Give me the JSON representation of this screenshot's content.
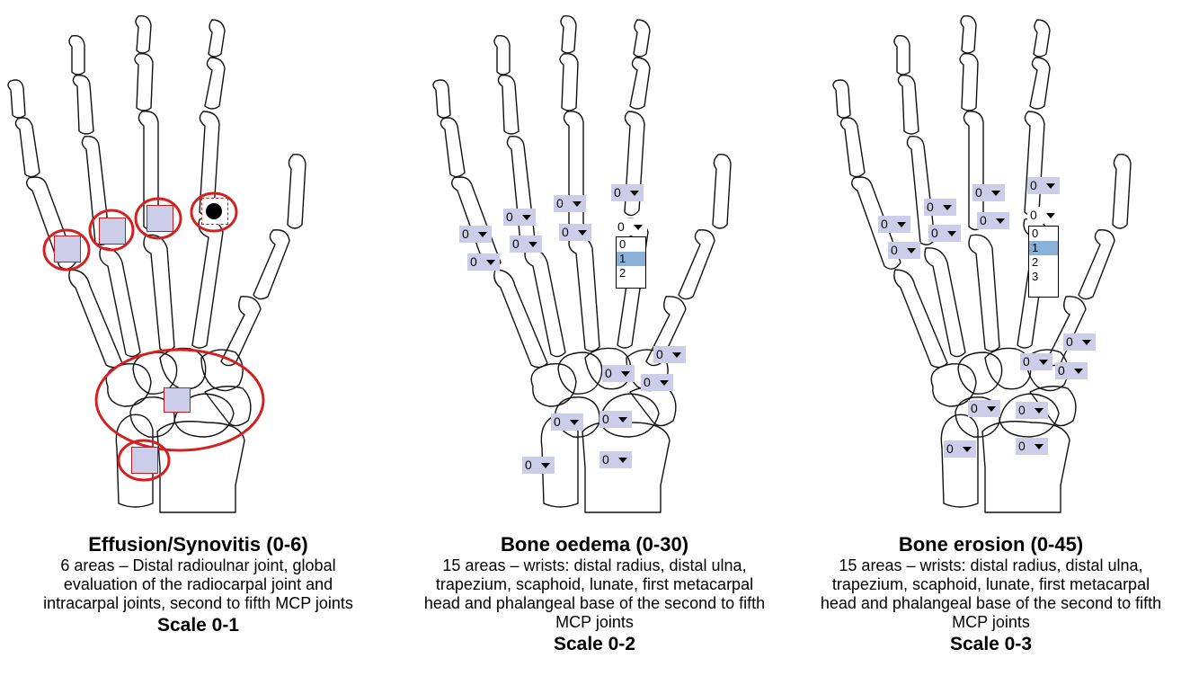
{
  "panels": [
    {
      "title": "Effusion/Synovitis (0-6)",
      "description": "6 areas – Distal radioulnar joint, global evaluation of the radiocarpal joint and intracarpal joints, second to fifth MCP joints",
      "scale": "Scale 0-1"
    },
    {
      "title": "Bone oedema (0-30)",
      "description": "15 areas – wrists: distal radius, distal ulna, trapezium, scaphoid, lunate, first metacarpal head and phalangeal base of the second to fifth MCP joints",
      "scale": "Scale 0-2",
      "selector_value": "0",
      "dropdown_options": [
        "0",
        "1",
        "2"
      ],
      "dropdown_highlight": "1"
    },
    {
      "title": "Bone erosion (0-45)",
      "description": "15 areas – wrists: distal radius, distal ulna, trapezium, scaphoid, lunate, first metacarpal head and phalangeal base of the second to fifth MCP joints",
      "scale": "Scale 0-3",
      "selector_value": "0",
      "dropdown_options": [
        "0",
        "1",
        "2",
        "3"
      ],
      "dropdown_highlight": "1"
    }
  ],
  "colors": {
    "selector_fill": "#cccde8",
    "highlight": "#8ab1d8",
    "region_outline": "#d42020",
    "bone_outline": "#000000"
  }
}
